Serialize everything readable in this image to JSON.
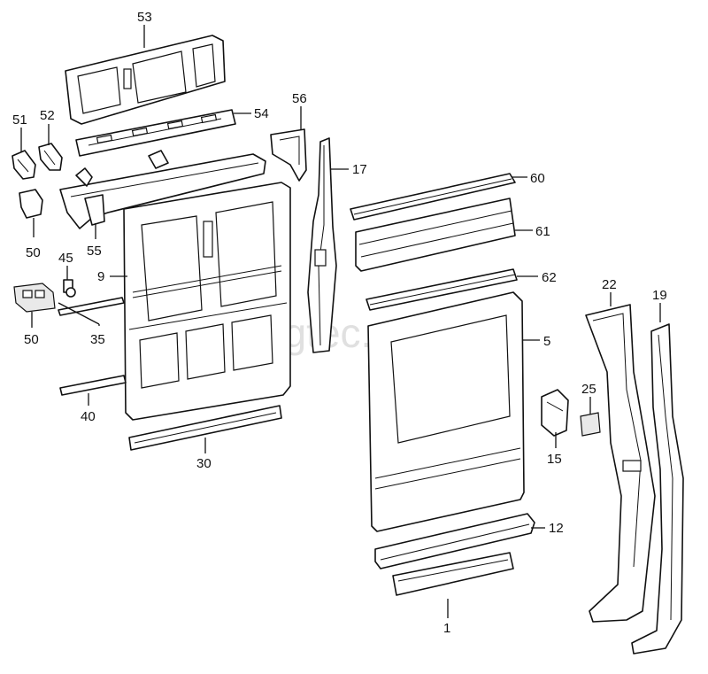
{
  "watermark": "vagtec.ru",
  "callouts": [
    {
      "id": "53",
      "label": "53"
    },
    {
      "id": "54",
      "label": "54"
    },
    {
      "id": "51",
      "label": "51"
    },
    {
      "id": "52",
      "label": "52"
    },
    {
      "id": "56",
      "label": "56"
    },
    {
      "id": "17",
      "label": "17"
    },
    {
      "id": "60",
      "label": "60"
    },
    {
      "id": "61",
      "label": "61"
    },
    {
      "id": "62",
      "label": "62"
    },
    {
      "id": "50a",
      "label": "50"
    },
    {
      "id": "55",
      "label": "55"
    },
    {
      "id": "45",
      "label": "45"
    },
    {
      "id": "9",
      "label": "9"
    },
    {
      "id": "50b",
      "label": "50"
    },
    {
      "id": "35",
      "label": "35"
    },
    {
      "id": "22",
      "label": "22"
    },
    {
      "id": "19",
      "label": "19"
    },
    {
      "id": "5",
      "label": "5"
    },
    {
      "id": "25",
      "label": "25"
    },
    {
      "id": "15",
      "label": "15"
    },
    {
      "id": "40",
      "label": "40"
    },
    {
      "id": "30",
      "label": "30"
    },
    {
      "id": "12",
      "label": "12"
    },
    {
      "id": "1",
      "label": "1"
    }
  ]
}
